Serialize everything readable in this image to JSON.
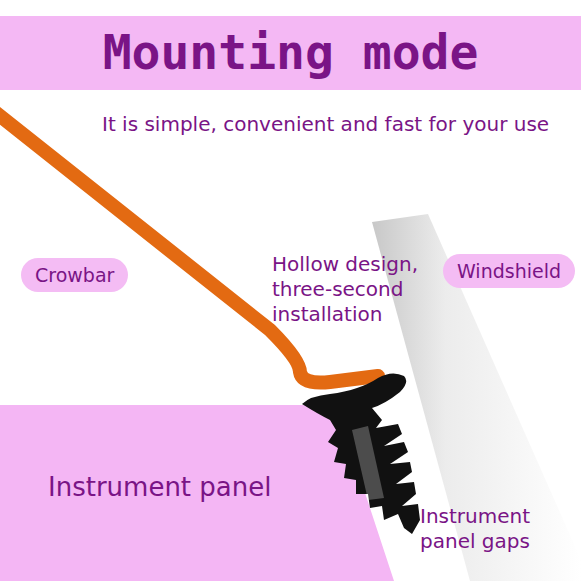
{
  "diagram": {
    "title": "Mounting mode",
    "nodes": [
      {
        "text": [
          "Crowbar"
        ]
      },
      {
        "text": [
          "Windshield"
        ]
      },
      {
        "text": [
          "Instrument panel"
        ]
      }
    ],
    "labels": [
      "It is simple, convenient and fast for your use",
      "Hollow design, three-second installation",
      "Instrument panel gaps"
    ]
  }
}
